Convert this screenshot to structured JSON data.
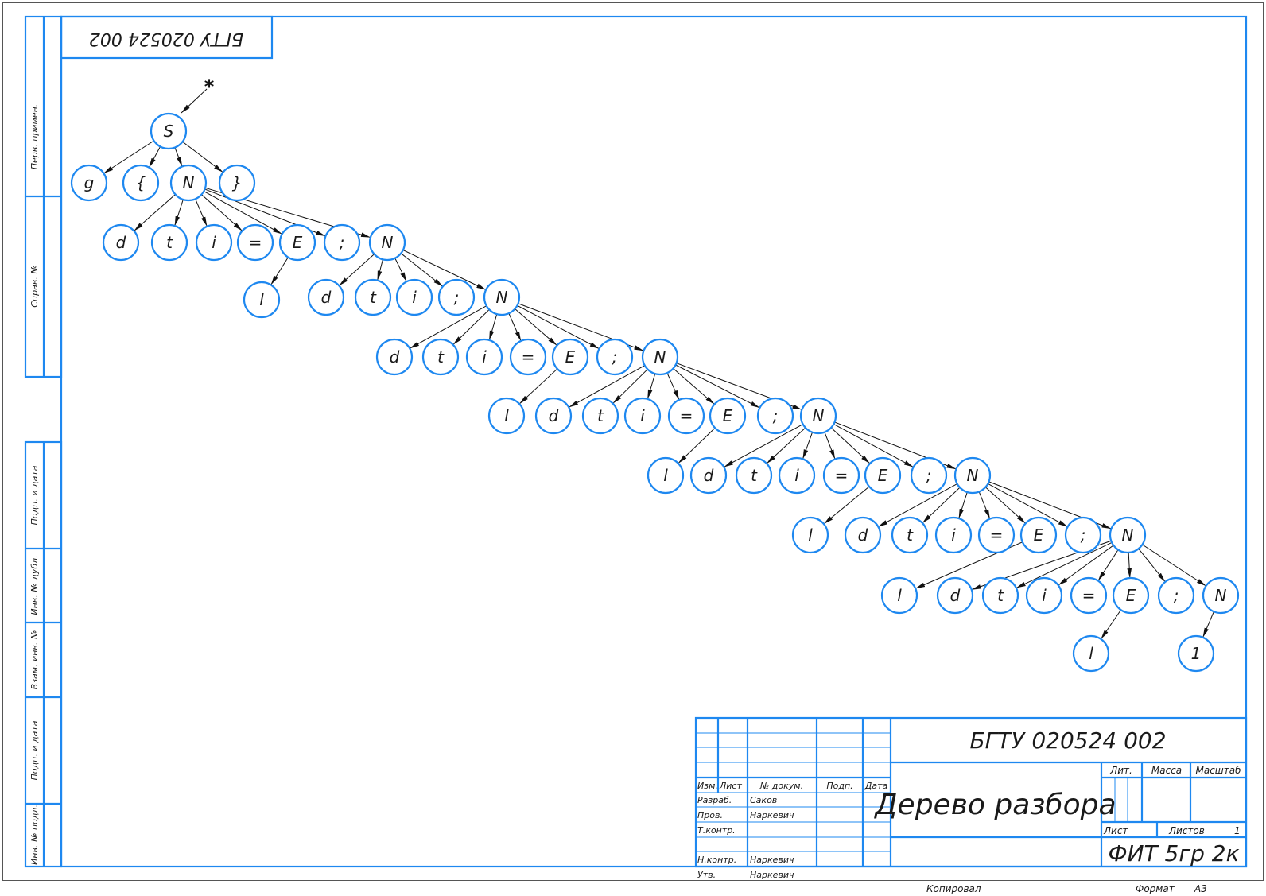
{
  "designation": "БГТУ 020524 002",
  "designation_rotated": "БГТУ 020524 002",
  "title": "Дерево разбора",
  "organization": "ФИТ 5гр 2к",
  "start_marker": "*",
  "side_labels": [
    "Перв. примен.",
    "Справ. №",
    "Подп. и дата",
    "Инв. № дубл.",
    "Взам. инв. №",
    "Подп. и дата",
    "Инв. № подл."
  ],
  "stamp": {
    "izm": "Изм.",
    "list": "Лист",
    "doc_no": "№ докум.",
    "podp": "Подп.",
    "data": "Дата",
    "razrab": "Разраб.",
    "razrab_name": "Саков",
    "prov": "Пров.",
    "prov_name": "Наркевич",
    "tkontr": "Т.контр.",
    "nkontr": "Н.контр.",
    "nkontr_name": "Наркевич",
    "utv": "Утв.",
    "utv_name": "Наркевич",
    "lit": "Лит.",
    "massa": "Масса",
    "masshtab": "Масштаб",
    "list2": "Лист",
    "listov": "Листов",
    "listov_count": "1"
  },
  "footer": {
    "kopiroval": "Копировал",
    "format": "Формат",
    "format_value": "А3"
  },
  "tree": {
    "nodes": [
      {
        "id": "S",
        "label": "S"
      },
      {
        "id": "r1g",
        "label": "g"
      },
      {
        "id": "r1lb",
        "label": "{"
      },
      {
        "id": "r1N",
        "label": "N"
      },
      {
        "id": "r1rb",
        "label": "}"
      },
      {
        "id": "a_d",
        "label": "d"
      },
      {
        "id": "a_t",
        "label": "t"
      },
      {
        "id": "a_i",
        "label": "i"
      },
      {
        "id": "a_eq",
        "label": "="
      },
      {
        "id": "a_E",
        "label": "E"
      },
      {
        "id": "a_sc",
        "label": ";"
      },
      {
        "id": "a_N",
        "label": "N"
      },
      {
        "id": "a_l",
        "label": "l"
      },
      {
        "id": "b_d",
        "label": "d"
      },
      {
        "id": "b_t",
        "label": "t"
      },
      {
        "id": "b_i",
        "label": "i"
      },
      {
        "id": "b_sc",
        "label": ";"
      },
      {
        "id": "b_N",
        "label": "N"
      },
      {
        "id": "c_d",
        "label": "d"
      },
      {
        "id": "c_t",
        "label": "t"
      },
      {
        "id": "c_i",
        "label": "i"
      },
      {
        "id": "c_eq",
        "label": "="
      },
      {
        "id": "c_E",
        "label": "E"
      },
      {
        "id": "c_sc",
        "label": ";"
      },
      {
        "id": "c_N",
        "label": "N"
      },
      {
        "id": "c_l",
        "label": "l"
      },
      {
        "id": "d_d",
        "label": "d"
      },
      {
        "id": "d_t",
        "label": "t"
      },
      {
        "id": "d_i",
        "label": "i"
      },
      {
        "id": "d_eq",
        "label": "="
      },
      {
        "id": "d_E",
        "label": "E"
      },
      {
        "id": "d_sc",
        "label": ";"
      },
      {
        "id": "d_N",
        "label": "N"
      },
      {
        "id": "d_l",
        "label": "l"
      },
      {
        "id": "e_d",
        "label": "d"
      },
      {
        "id": "e_t",
        "label": "t"
      },
      {
        "id": "e_i",
        "label": "i"
      },
      {
        "id": "e_eq",
        "label": "="
      },
      {
        "id": "e_E",
        "label": "E"
      },
      {
        "id": "e_sc",
        "label": ";"
      },
      {
        "id": "e_N",
        "label": "N"
      },
      {
        "id": "e_l",
        "label": "l"
      },
      {
        "id": "f_d",
        "label": "d"
      },
      {
        "id": "f_t",
        "label": "t"
      },
      {
        "id": "f_i",
        "label": "i"
      },
      {
        "id": "f_eq",
        "label": "="
      },
      {
        "id": "f_E",
        "label": "E"
      },
      {
        "id": "f_sc",
        "label": ";"
      },
      {
        "id": "f_N",
        "label": "N"
      },
      {
        "id": "f_l",
        "label": "l"
      },
      {
        "id": "g_d",
        "label": "d"
      },
      {
        "id": "g_t",
        "label": "t"
      },
      {
        "id": "g_i",
        "label": "i"
      },
      {
        "id": "g_eq",
        "label": "="
      },
      {
        "id": "g_E",
        "label": "E"
      },
      {
        "id": "g_sc",
        "label": ";"
      },
      {
        "id": "g_N",
        "label": "N"
      },
      {
        "id": "h_l",
        "label": "l"
      },
      {
        "id": "h_1",
        "label": "1"
      }
    ],
    "edges": [
      [
        "S",
        "r1g"
      ],
      [
        "S",
        "r1lb"
      ],
      [
        "S",
        "r1N"
      ],
      [
        "S",
        "r1rb"
      ],
      [
        "r1N",
        "a_d"
      ],
      [
        "r1N",
        "a_t"
      ],
      [
        "r1N",
        "a_i"
      ],
      [
        "r1N",
        "a_eq"
      ],
      [
        "r1N",
        "a_E"
      ],
      [
        "r1N",
        "a_sc"
      ],
      [
        "r1N",
        "a_N"
      ],
      [
        "a_E",
        "a_l"
      ],
      [
        "a_N",
        "b_d"
      ],
      [
        "a_N",
        "b_t"
      ],
      [
        "a_N",
        "b_i"
      ],
      [
        "a_N",
        "b_sc"
      ],
      [
        "a_N",
        "b_N"
      ],
      [
        "b_N",
        "c_d"
      ],
      [
        "b_N",
        "c_t"
      ],
      [
        "b_N",
        "c_i"
      ],
      [
        "b_N",
        "c_eq"
      ],
      [
        "b_N",
        "c_E"
      ],
      [
        "b_N",
        "c_sc"
      ],
      [
        "b_N",
        "c_N"
      ],
      [
        "c_E",
        "c_l"
      ],
      [
        "c_N",
        "d_d"
      ],
      [
        "c_N",
        "d_t"
      ],
      [
        "c_N",
        "d_i"
      ],
      [
        "c_N",
        "d_eq"
      ],
      [
        "c_N",
        "d_E"
      ],
      [
        "c_N",
        "d_sc"
      ],
      [
        "c_N",
        "d_N"
      ],
      [
        "d_E",
        "d_l"
      ],
      [
        "d_N",
        "e_d"
      ],
      [
        "d_N",
        "e_t"
      ],
      [
        "d_N",
        "e_i"
      ],
      [
        "d_N",
        "e_eq"
      ],
      [
        "d_N",
        "e_E"
      ],
      [
        "d_N",
        "e_sc"
      ],
      [
        "d_N",
        "e_N"
      ],
      [
        "e_E",
        "e_l"
      ],
      [
        "e_N",
        "f_d"
      ],
      [
        "e_N",
        "f_t"
      ],
      [
        "e_N",
        "f_i"
      ],
      [
        "e_N",
        "f_eq"
      ],
      [
        "e_N",
        "f_E"
      ],
      [
        "e_N",
        "f_sc"
      ],
      [
        "e_N",
        "f_N"
      ],
      [
        "f_E",
        "f_l"
      ],
      [
        "f_N",
        "g_d"
      ],
      [
        "f_N",
        "g_t"
      ],
      [
        "f_N",
        "g_i"
      ],
      [
        "f_N",
        "g_eq"
      ],
      [
        "f_N",
        "g_E"
      ],
      [
        "f_N",
        "g_sc"
      ],
      [
        "f_N",
        "g_N"
      ],
      [
        "g_E",
        "h_l"
      ],
      [
        "g_N",
        "h_1"
      ]
    ]
  },
  "colors": {
    "node_stroke": "#1e88f0",
    "frame": "#1e88f0",
    "text": "#1a1a1a",
    "edge": "#111111"
  }
}
